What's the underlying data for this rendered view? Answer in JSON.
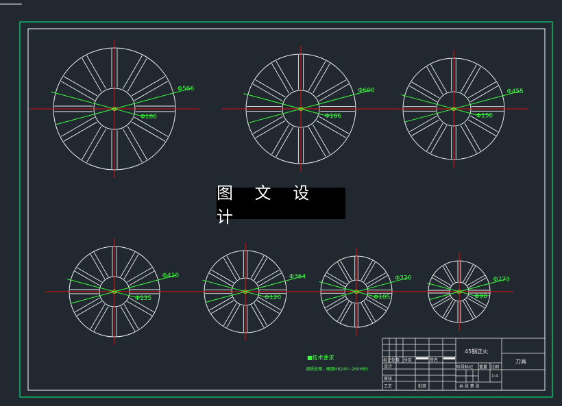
{
  "watermark": "图 文 设 计",
  "wheels": [
    {
      "outer_dim": "Φ566",
      "inner_dim": "Φ180"
    },
    {
      "outer_dim": "Φ600",
      "inner_dim": "Φ166"
    },
    {
      "outer_dim": "Φ455",
      "inner_dim": "Φ150"
    },
    {
      "outer_dim": "Φ410",
      "inner_dim": "Φ135"
    },
    {
      "outer_dim": "Φ364",
      "inner_dim": "Φ120"
    },
    {
      "outer_dim": "Φ320",
      "inner_dim": "Φ105"
    },
    {
      "outer_dim": "Φ273",
      "inner_dim": "Φ90"
    }
  ],
  "notes": {
    "heading": "■技术要求",
    "line1": "调质处理，硬度HB240~260HBS"
  },
  "title_block": {
    "material": "45钢正火",
    "part_name": "刀具",
    "scale_value": "1:4",
    "labels": {
      "mark_count": "标记处数",
      "zone": "分区",
      "signature": "签名",
      "design": "设计",
      "review": "审核",
      "process": "工艺",
      "approve": "批准",
      "stage_mark": "阶段标记",
      "weight": "重量",
      "scale": "比例",
      "sheets": "共  张  第  张"
    }
  },
  "colors": {
    "background": "#212830",
    "lines": "#f2f2f2",
    "center_lines": "#e01010",
    "dimensions": "#3dff3d",
    "frame": "#ffffff",
    "outer_frame": "#00ff7f"
  }
}
